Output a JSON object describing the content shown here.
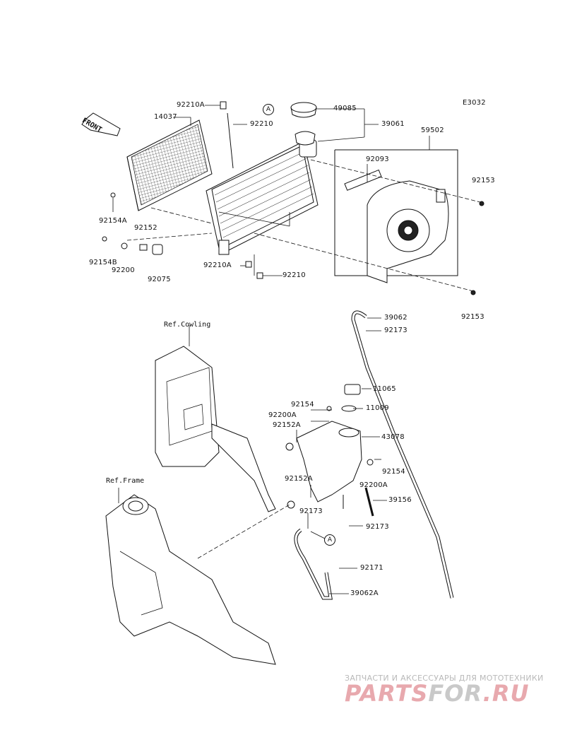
{
  "diagram_code": "E3032",
  "front_label": "FRONT",
  "callout_letter": "A",
  "refs": {
    "cowling": "Ref.Cowling",
    "frame": "Ref.Frame"
  },
  "parts": {
    "p92210A_top": "92210A",
    "p14037": "14037",
    "p92210_top": "92210",
    "p49085": "49085",
    "p39061": "39061",
    "p59502": "59502",
    "p92093": "92093",
    "p92153_top": "92153",
    "p92154A": "92154A",
    "p92152": "92152",
    "p92154B": "92154B",
    "p92200": "92200",
    "p92075": "92075",
    "p92210A_bottom": "92210A",
    "p92210_bottom": "92210",
    "p92153_bottom": "92153",
    "p39062": "39062",
    "p92173_top": "92173",
    "p11065": "11065",
    "p92154_mid": "92154",
    "p11009": "11009",
    "p92200A_left": "92200A",
    "p92152A_top": "92152A",
    "p43078": "43078",
    "p92154_right": "92154",
    "p92152A_bottom": "92152A",
    "p92200A_right": "92200A",
    "p39156": "39156",
    "p92173_left": "92173",
    "p92173_right": "92173",
    "p92171": "92171",
    "p39062A": "39062A"
  },
  "watermark": {
    "tagline": "ЗАПЧАСТИ И АКСЕССУАРЫ ДЛЯ МОТОТЕХНИКИ",
    "brand_a": "PARTS",
    "brand_b": "FOR",
    "brand_c": ".RU"
  }
}
